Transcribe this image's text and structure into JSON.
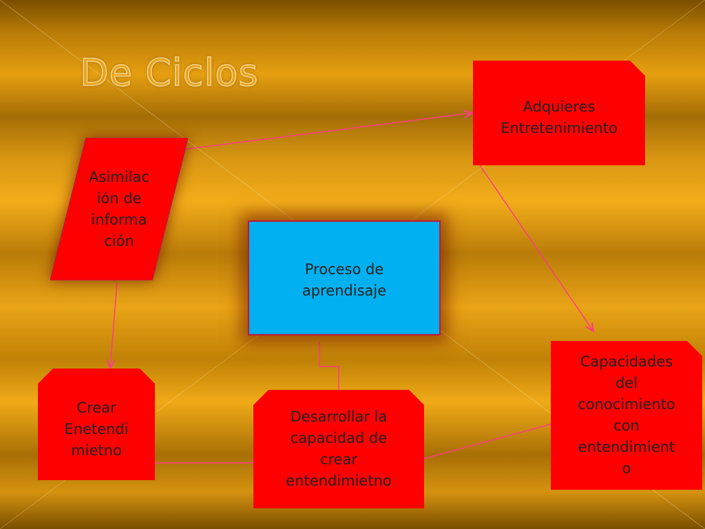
{
  "title": "De Ciclos",
  "nodes": {
    "asimilacion": "Asimilac\nión de\ninforma\nción",
    "adquieres": "Adquieres\nEntretenimiento",
    "proceso": "Proceso de\naprendisaje",
    "capacidades": "Capacidades\ndel\nconocimiento\ncon\nentendimient\no",
    "desarrollar": "Desarrollar la\ncapacidad de\ncrear\nentendimietno",
    "crear": "Crear\nEnetendi\nmietno"
  },
  "colors": {
    "node_red": "#ff0000",
    "node_blue": "#00b0f0",
    "connector": "#ff3b8a",
    "title": "#e9a21c"
  }
}
